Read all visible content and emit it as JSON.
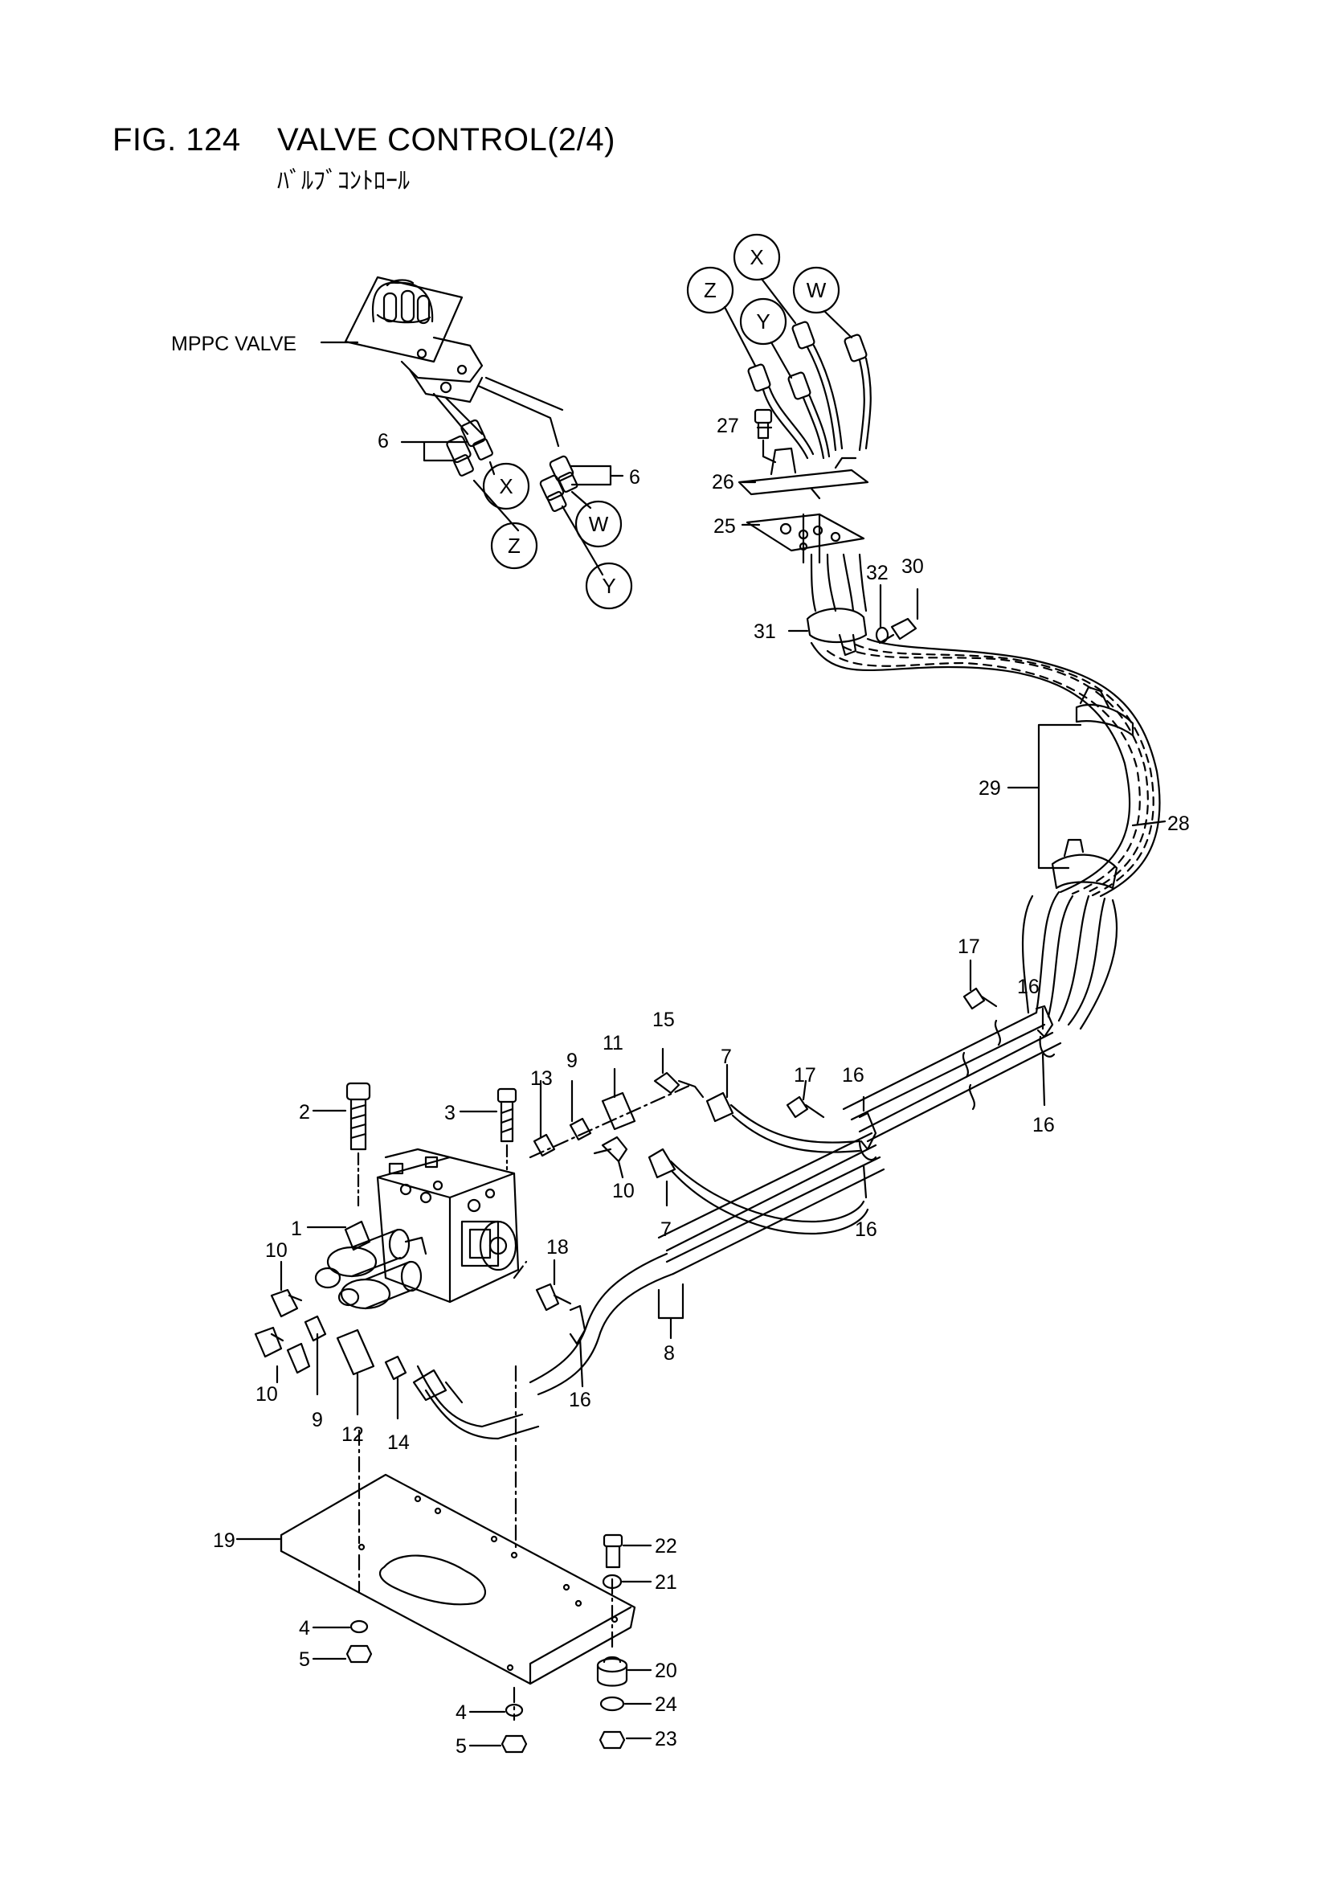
{
  "figure": {
    "number": "FIG. 124",
    "title": "VALVE CONTROL(2/4)",
    "subtitle": "ﾊﾞﾙﾌﾞｺﾝﾄﾛｰﾙ"
  },
  "component_label": "MPPC VALVE",
  "port_callouts": [
    "X",
    "Z",
    "W",
    "Y"
  ],
  "part_labels": {
    "p1": "1",
    "p2": "2",
    "p3": "3",
    "p4": "4",
    "p5": "5",
    "p6": "6",
    "p7": "7",
    "p8": "8",
    "p9": "9",
    "p10": "10",
    "p11": "11",
    "p12": "12",
    "p13": "13",
    "p14": "14",
    "p15": "15",
    "p16": "16",
    "p17": "17",
    "p18": "18",
    "p19": "19",
    "p20": "20",
    "p21": "21",
    "p22": "22",
    "p23": "23",
    "p24": "24",
    "p25": "25",
    "p26": "26",
    "p27": "27",
    "p28": "28",
    "p29": "29",
    "p30": "30",
    "p31": "31",
    "p32": "32"
  }
}
